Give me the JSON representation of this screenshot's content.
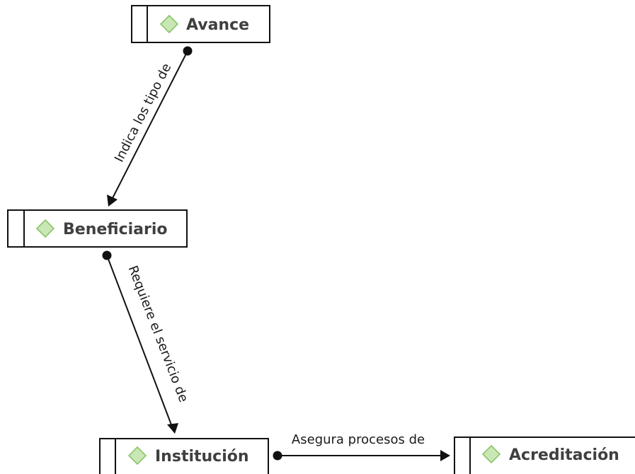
{
  "colors": {
    "diamond_fill": "#c9e7b4",
    "diamond_stroke": "#8cc46a",
    "line": "#111111",
    "label_text": "#3f3f3f"
  },
  "entities": [
    {
      "id": "avance",
      "label": "Avance",
      "icon": "diamond-icon"
    },
    {
      "id": "beneficiario",
      "label": "Beneficiario",
      "icon": "diamond-icon"
    },
    {
      "id": "institucion",
      "label": "Institución",
      "icon": "diamond-icon"
    },
    {
      "id": "acreditacion",
      "label": "Acreditación",
      "icon": "diamond-icon"
    }
  ],
  "relations": [
    {
      "from": "avance",
      "to": "beneficiario",
      "label": "Indica los tipo de"
    },
    {
      "from": "beneficiario",
      "to": "institucion",
      "label": "Requiere el servicio de"
    },
    {
      "from": "institucion",
      "to": "acreditacion",
      "label": "Asegura procesos de"
    }
  ]
}
